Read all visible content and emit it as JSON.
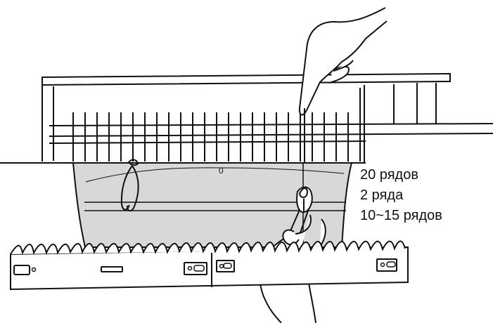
{
  "annotations": {
    "rows_20": "20 рядов",
    "rows_2": "2 ряда",
    "rows_10_15": "10~15 рядов"
  },
  "colors": {
    "ink": "#111111",
    "fabric": "#d8d8d8",
    "background": "#ffffff"
  },
  "icons": {
    "upper_hand": "pointing-hand-icon",
    "lower_hand": "hand-with-tool-icon",
    "clip": "clip-weight-icon",
    "eye_tool": "transfer-tool-icon"
  }
}
